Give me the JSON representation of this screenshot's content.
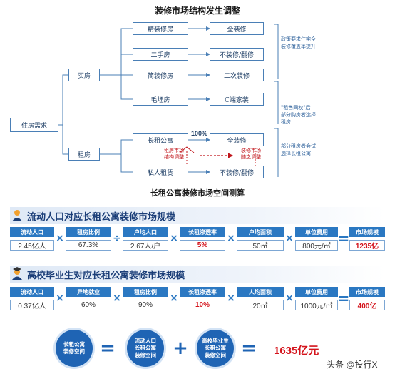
{
  "diagram": {
    "title": "装修市场结构发生调整",
    "root": "住房需求",
    "buy": "买房",
    "rent": "租房",
    "buy_children": [
      "精装修房",
      "二手房",
      "简装修房",
      "毛坯房"
    ],
    "buy_results": [
      "全装修",
      "不装修/翻修",
      "二次装修",
      "C端家装"
    ],
    "rent_children": [
      "长租公寓",
      "私人租赁"
    ],
    "rent_results": [
      "全装修",
      "不装修/翻修"
    ],
    "share_label": "100%",
    "red_left": [
      "租房市场",
      "结构调整"
    ],
    "red_right": [
      "装修市场",
      "随之调整"
    ],
    "note1": [
      "政策要求住宅全",
      "装修覆盖率提升"
    ],
    "note2": [
      "\"租售同权\"后",
      "部分购房者选择",
      "租房"
    ],
    "note3": [
      "部分租房者会试",
      "选择长租公寓"
    ]
  },
  "calc": {
    "title": "长租公寓装修市场空间测算",
    "section1": {
      "heading": "流动人口对应长租公寓装修市场规模",
      "items": [
        {
          "label": "流动人口",
          "value": "2.45亿人"
        },
        {
          "label": "租房比例",
          "value": "67.3%"
        },
        {
          "label": "户均人口",
          "value": "2.67人/户"
        },
        {
          "label": "长租渗透率",
          "value": "5%"
        },
        {
          "label": "户均面积",
          "value": "50㎡"
        },
        {
          "label": "单位费用",
          "value": "800元/㎡"
        },
        {
          "label": "市场规模",
          "value": "1235亿"
        }
      ],
      "ops": [
        "×",
        "÷",
        "×",
        "×",
        "×",
        "="
      ]
    },
    "section2": {
      "heading": "高校毕业生对应长租公寓装修市场规模",
      "items": [
        {
          "label": "流动人口",
          "value": "0.37亿人"
        },
        {
          "label": "异地就业",
          "value": "60%"
        },
        {
          "label": "租房比例",
          "value": "90%"
        },
        {
          "label": "长租渗透率",
          "value": "10%"
        },
        {
          "label": "人均面积",
          "value": "20㎡"
        },
        {
          "label": "单位费用",
          "value": "1000元/㎡"
        },
        {
          "label": "市场规模",
          "value": "400亿"
        }
      ],
      "ops": [
        "×",
        "×",
        "×",
        "×",
        "×",
        "="
      ]
    },
    "summary": {
      "c1": [
        "长租公寓",
        "装修空间"
      ],
      "c2": [
        "流动人口",
        "长租公寓",
        "装修空间"
      ],
      "c3": [
        "高校毕业生",
        "长租公寓",
        "装修空间"
      ],
      "eq": "=",
      "plus": "+",
      "total": "1635亿元"
    },
    "watermark": "头条 @投行X"
  },
  "colors": {
    "accent": "#2b78c2",
    "highlight": "#d4141c",
    "circle": "#1f64b4",
    "note": "#2b5f9a"
  }
}
